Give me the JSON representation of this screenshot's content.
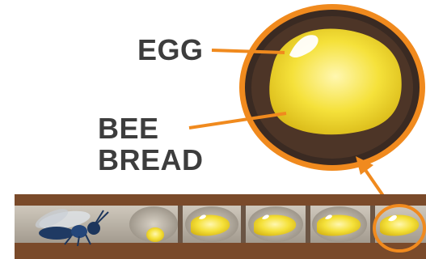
{
  "labels": {
    "egg": "EGG",
    "bee_line1": "BEE",
    "bee_line2": "BREAD"
  },
  "colors": {
    "leader_orange": "#f08a1e",
    "nest_brown": "#7a4a2a",
    "cell_dark": "#3a2a22",
    "yolk_yellow": "#f3dc2e",
    "yolk_pale": "#fbef8a",
    "label_gray": "#3d3d3d"
  },
  "icons": {
    "bee": "bee-icon",
    "arrow": "arrow-up-icon"
  }
}
